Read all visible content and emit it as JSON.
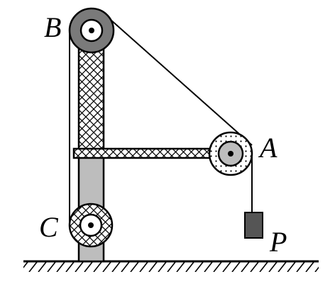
{
  "labels": {
    "pulley_top": "B",
    "pulley_right": "A",
    "pulley_bottom": "C",
    "load": "P"
  },
  "colors": {
    "line": "#000000",
    "background": "#ffffff",
    "post_fill": "#bdbdbd",
    "pulley_b_ring": "#7a7a7a",
    "pulley_a_core": "#bdbdbd",
    "load_fill": "#555555"
  }
}
